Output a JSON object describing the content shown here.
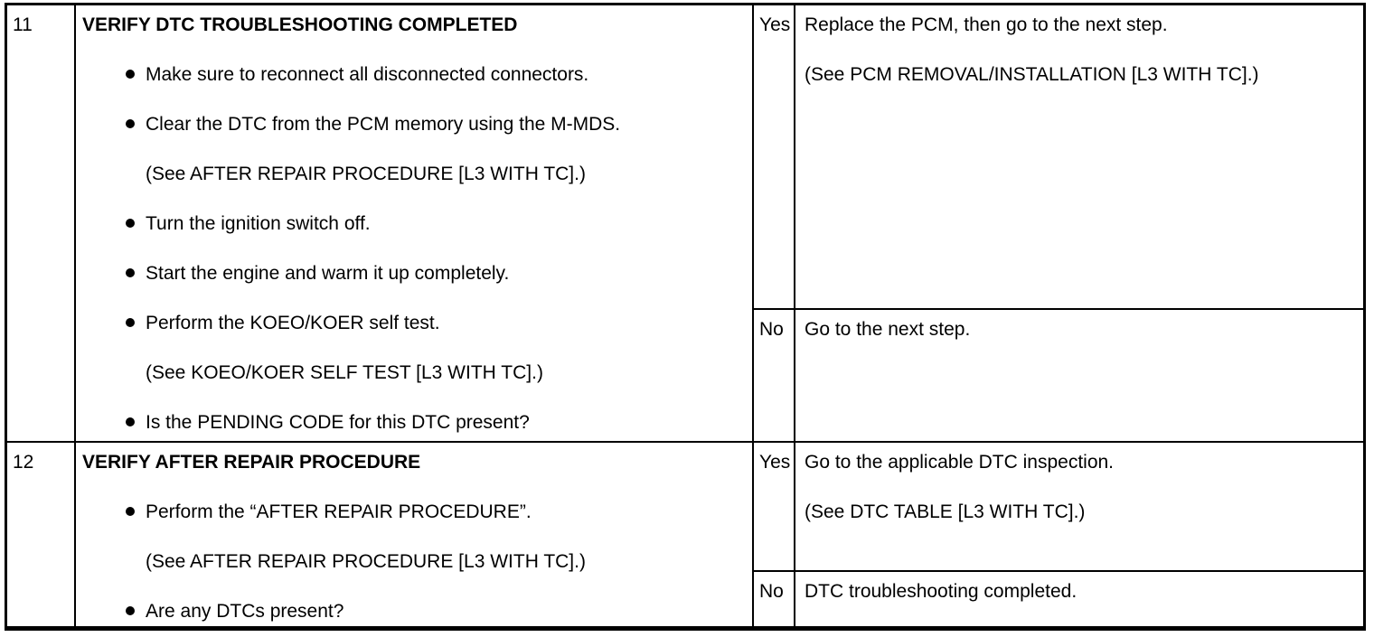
{
  "doc": {
    "rows": [
      {
        "step": "11",
        "title": "VERIFY DTC TROUBLESHOOTING COMPLETED",
        "items": [
          {
            "type": "bullet",
            "text": "Make sure to reconnect all disconnected connectors."
          },
          {
            "type": "bullet",
            "text": "Clear the DTC from the PCM memory using the M-MDS."
          },
          {
            "type": "note",
            "text": "(See AFTER REPAIR PROCEDURE [L3 WITH TC].)"
          },
          {
            "type": "bullet",
            "text": "Turn the ignition switch off."
          },
          {
            "type": "bullet",
            "text": "Start the engine and warm it up completely."
          },
          {
            "type": "bullet",
            "text": "Perform the KOEO/KOER self test."
          },
          {
            "type": "note",
            "text": "(See KOEO/KOER SELF TEST [L3 WITH TC].)"
          },
          {
            "type": "bullet",
            "text": "Is the PENDING CODE for this DTC present?"
          }
        ],
        "yes_label": "Yes",
        "yes_lines": [
          "Replace the PCM, then go to the next step.",
          "(See PCM REMOVAL/INSTALLATION [L3 WITH TC].)"
        ],
        "no_label": "No",
        "no_lines": [
          "Go to the next step."
        ]
      },
      {
        "step": "12",
        "title": "VERIFY AFTER REPAIR PROCEDURE",
        "items": [
          {
            "type": "bullet",
            "text": "Perform the “AFTER REPAIR PROCEDURE”."
          },
          {
            "type": "note",
            "text": "(See AFTER REPAIR PROCEDURE [L3 WITH TC].)"
          },
          {
            "type": "bullet",
            "text": "Are any DTCs present?"
          }
        ],
        "yes_label": "Yes",
        "yes_lines": [
          "Go to the applicable DTC inspection.",
          "(See DTC TABLE [L3 WITH TC].)"
        ],
        "no_label": "No",
        "no_lines": [
          "DTC troubleshooting completed."
        ]
      }
    ]
  }
}
